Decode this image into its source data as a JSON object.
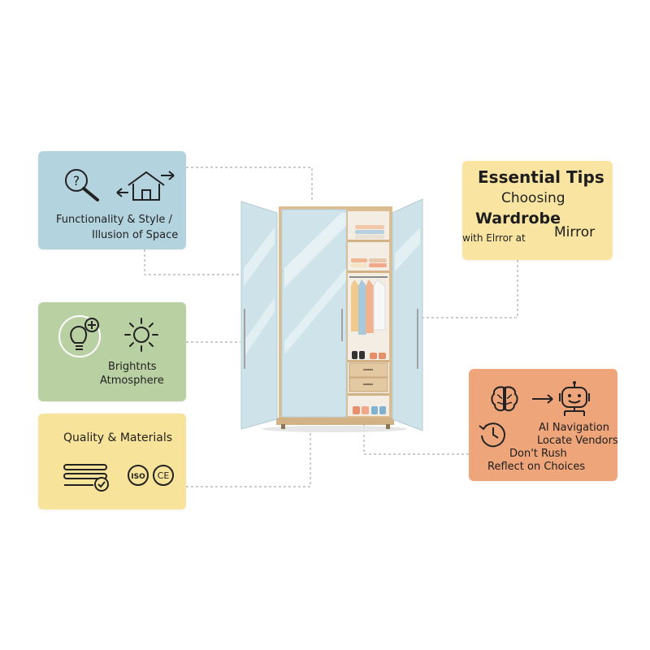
{
  "cards": {
    "functionality": {
      "line1": "Functionality & Style /",
      "line2": "Illusion of Space",
      "icons": [
        "question-magnifier-icon",
        "house-arrows-icon"
      ]
    },
    "brightness": {
      "line1": "Brightnts",
      "line2": "Atmosphere",
      "icons": [
        "lightbulb-plus-icon",
        "sun-icon"
      ]
    },
    "quality": {
      "line1": "Quality & Materials",
      "icons": [
        "checklist-icon",
        "iso-badge-icon",
        "ce-badge-icon"
      ]
    },
    "tips": {
      "title": "Essential Tips",
      "line2": "Choosing",
      "line3": "Wardrobe",
      "line4": "with Elrror at",
      "line5": "Mirror"
    },
    "ai": {
      "line1": "AI Navigation",
      "line2": "Locate Vendors",
      "line3": "Don't Rush",
      "line4": "Reflect on Choices",
      "icons": [
        "brain-icon",
        "arrow-right-icon",
        "robot-icon",
        "clock-icon"
      ]
    }
  },
  "colors": {
    "blue_card": "#b3d3df",
    "green_card": "#b9d0a2",
    "yellow_card": "#f8e39a",
    "tips_card": "#f9e5a1",
    "orange_card": "#eea57a",
    "connector": "#9a9a9a",
    "wood": "#d9b98c",
    "mirror": "#cfe4ea"
  },
  "center_illustration": "mirrored-wardrobe-illustration"
}
